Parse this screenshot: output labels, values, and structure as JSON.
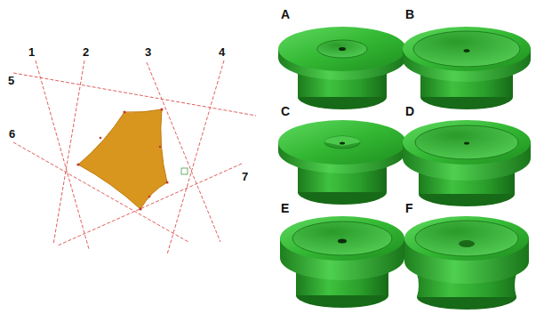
{
  "diagram": {
    "labels": [
      "1",
      "2",
      "3",
      "4",
      "5",
      "6",
      "7",
      "A",
      "B",
      "C",
      "D",
      "E",
      "F"
    ]
  }
}
